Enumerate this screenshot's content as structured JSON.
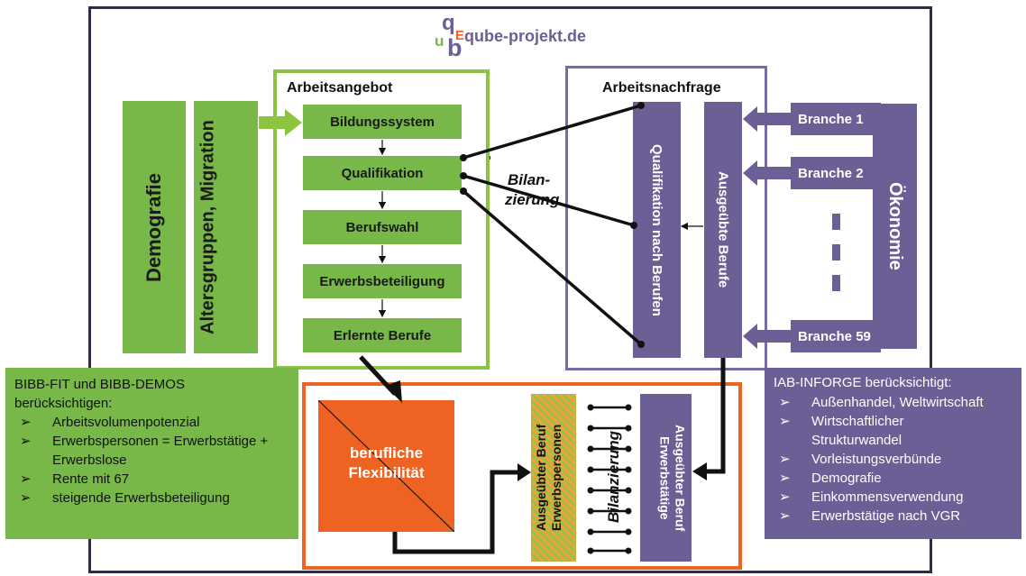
{
  "logo": {
    "mark": "qub",
    "text": "qube-projekt.de"
  },
  "left": {
    "demografie": "Demografie",
    "altersgruppen": "Altersgruppen, Migration"
  },
  "angebot": {
    "title": "Arbeitsangebot",
    "steps": [
      "Bildungssystem",
      "Qualifikation",
      "Berufswahl",
      "Erwerbsbeteiligung",
      "Erlernte Berufe"
    ]
  },
  "bilanzierung_top": [
    "Bilan-",
    "zierung"
  ],
  "nachfrage": {
    "title": "Arbeitsnachfrage",
    "qualifikation": "Qualifikation nach Berufen",
    "ausgeuebte": "Ausgeübte Berufe"
  },
  "oekonomie": {
    "label": "Ökonomie",
    "branchen": [
      "Branche 1",
      "Branche 2",
      "Branche 59"
    ]
  },
  "bibb": {
    "title": "BIBB-FIT und BIBB-DEMOS berücksichtigen:",
    "items": [
      "Arbeitsvolumenpotenzial",
      "Erwerbspersonen = Erwerbstätige + Erwerbslose",
      "Rente mit 67",
      "steigende Erwerbsbeteiligung"
    ]
  },
  "iab": {
    "title": "IAB-INFORGE  berücksichtigt:",
    "items": [
      "Außenhandel, Weltwirtschaft",
      "Wirtschaftlicher Strukturwandel",
      "Vorleistungsverbünde",
      "Demografie",
      "Einkommensverwendung",
      "Erwerbstätige nach VGR"
    ]
  },
  "bottom": {
    "flex": "berufliche Flexibilität",
    "erwerbspersonen": "Ausgeübter Beruf Erwerbspersonen",
    "bilanzierung": "Bilanzierung",
    "erwerbstaetige": "Ausgeübter Beruf Erwerbstätige"
  },
  "colors": {
    "green": "#77b848",
    "purple": "#6c5f96",
    "orange": "#ef6322",
    "navy": "#2e2a4f"
  }
}
